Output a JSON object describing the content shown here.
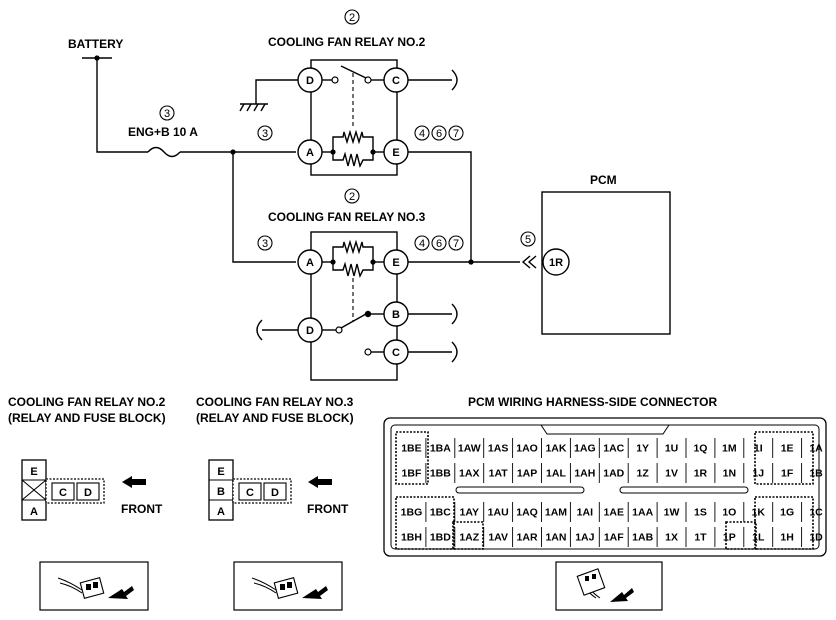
{
  "schematic": {
    "battery_label": "BATTERY",
    "fuse_label": "ENG+B 10 A",
    "relay2_title": "COOLING FAN RELAY NO.2",
    "relay3_title": "COOLING FAN RELAY NO.3",
    "pcm_label": "PCM",
    "pcm_pin": "1R",
    "refs": {
      "fuse": "3",
      "relay2": "2",
      "relay3": "2",
      "wire_a2": "3",
      "wire_a3": "3",
      "pcm": "5",
      "wire_e2": [
        "4",
        "6",
        "7"
      ],
      "wire_e3": [
        "4",
        "6",
        "7"
      ]
    },
    "relay2_pins": {
      "d": "D",
      "c": "C",
      "a": "A",
      "e": "E"
    },
    "relay3_pins": {
      "a": "A",
      "e": "E",
      "b": "B",
      "d": "D",
      "c": "C"
    }
  },
  "connectors": {
    "relay2": {
      "title1": "COOLING FAN RELAY NO.2",
      "title2": "(RELAY AND FUSE BLOCK)",
      "left_pins": [
        "E",
        "",
        "A"
      ],
      "right_pins": [
        "C",
        "D"
      ],
      "front_label": "FRONT"
    },
    "relay3": {
      "title1": "COOLING FAN RELAY NO.3",
      "title2": "(RELAY AND FUSE BLOCK)",
      "left_pins": [
        "E",
        "B",
        "A"
      ],
      "right_pins": [
        "C",
        "D"
      ],
      "front_label": "FRONT"
    },
    "pcm": {
      "title": "PCM WIRING HARNESS-SIDE CONNECTOR",
      "rows": [
        [
          "1BE",
          "1BA",
          "1AW",
          "1AS",
          "1AO",
          "1AK",
          "1AG",
          "1AC",
          "1Y",
          "1U",
          "1Q",
          "1M",
          "1I",
          "1E",
          "1A"
        ],
        [
          "1BF",
          "1BB",
          "1AX",
          "1AT",
          "1AP",
          "1AL",
          "1AH",
          "1AD",
          "1Z",
          "1V",
          "1R",
          "1N",
          "1J",
          "1F",
          "1B"
        ],
        [
          "1BG",
          "1BC",
          "1AY",
          "1AU",
          "1AQ",
          "1AM",
          "1AI",
          "1AE",
          "1AA",
          "1W",
          "1S",
          "1O",
          "1K",
          "1G",
          "1C"
        ],
        [
          "1BH",
          "1BD",
          "1AZ",
          "1AV",
          "1AR",
          "1AN",
          "1AJ",
          "1AF",
          "1AB",
          "1X",
          "1T",
          "1P",
          "1L",
          "1H",
          "1D"
        ]
      ]
    }
  }
}
